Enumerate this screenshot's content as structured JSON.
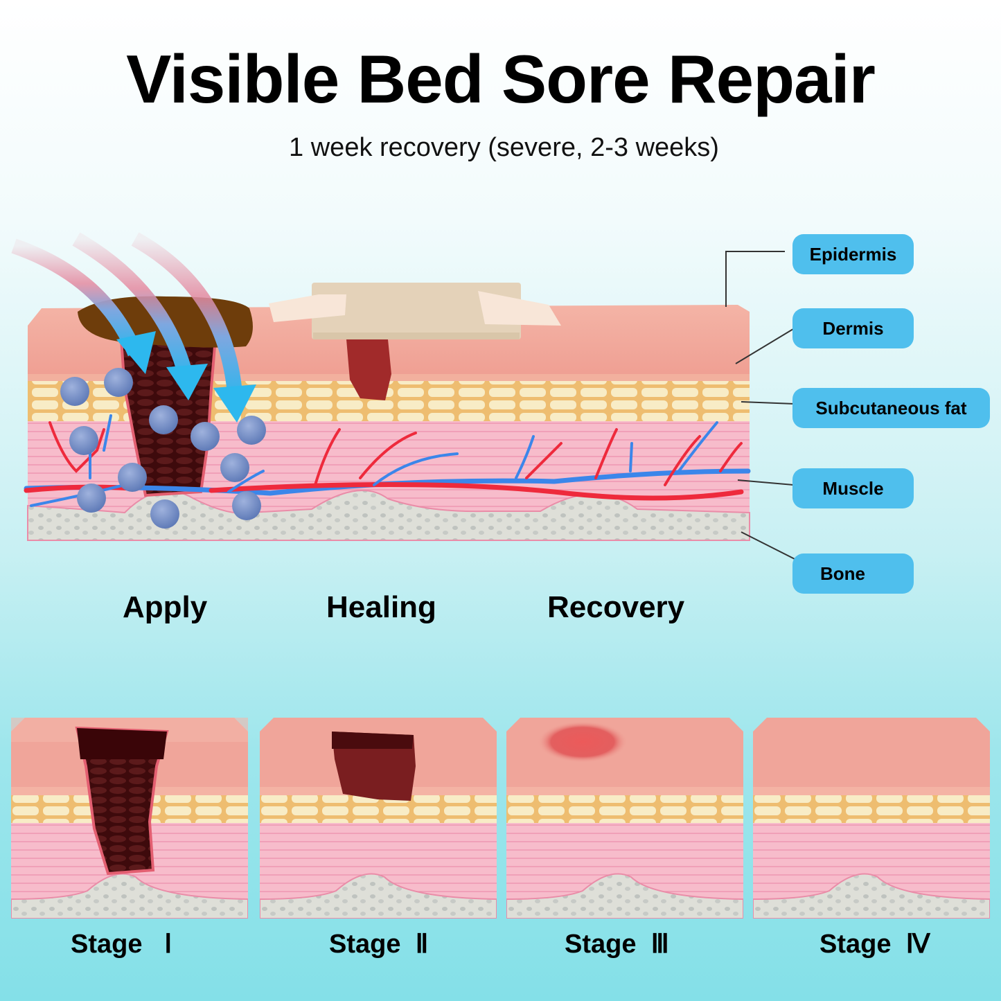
{
  "header": {
    "title": "Visible Bed Sore Repair",
    "subtitle": "1 week recovery (severe, 2-3 weeks)"
  },
  "layers": [
    {
      "label": "Epidermis"
    },
    {
      "label": "Dermis"
    },
    {
      "label": "Subcutaneous fat"
    },
    {
      "label": "Muscle"
    },
    {
      "label": "Bone"
    }
  ],
  "phases": [
    {
      "label": "Apply"
    },
    {
      "label": "Healing"
    },
    {
      "label": "Recovery"
    }
  ],
  "stages": [
    {
      "label": "Stage   Ⅰ"
    },
    {
      "label": "Stage  Ⅱ"
    },
    {
      "label": "Stage  Ⅲ"
    },
    {
      "label": "Stage  Ⅳ"
    }
  ],
  "colors": {
    "pill": "#4fbfed",
    "epidermis": "#f3b3a6",
    "dermis": "#ec9a8e",
    "fat": "#f6e8bf",
    "fat_border": "#e8b86b",
    "muscle": "#f6b6c8",
    "bone": "#d9d9d2",
    "artery": "#ee2a3c",
    "vein": "#3b86ea",
    "wound": "#4a0b0e",
    "eschar": "#6b3e0f",
    "dressing": "#e6d5bd"
  }
}
